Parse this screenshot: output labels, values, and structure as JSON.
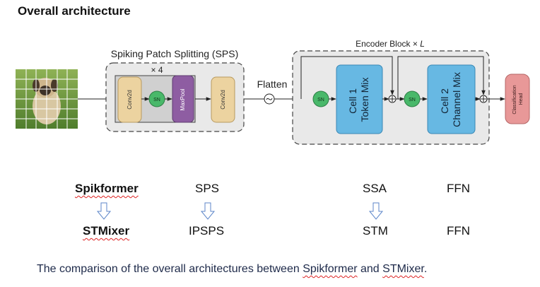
{
  "title": "Overall architecture",
  "diagram": {
    "sps_label": "Spiking Patch Splitting (SPS)",
    "repeat_label": "× 4",
    "conv1": "Conv2d",
    "sn": "SN",
    "maxpool": "MaxPool",
    "conv2": "Conv2d",
    "flatten": "Flatten",
    "encoder_label": "Encoder Block × ",
    "encoder_repeat_var": "L",
    "cell1_line1": "Cell 1",
    "cell1_line2": "Token Mix",
    "cell2_line1": "Cell 2",
    "cell2_line2": "Channel Mix",
    "head_line1": "Classification",
    "head_line2": "Head"
  },
  "comparison": {
    "row1": [
      "Spikformer",
      "SPS",
      "SSA",
      "FFN"
    ],
    "row2": [
      "STMixer",
      "IPSPS",
      "STM",
      "FFN"
    ]
  },
  "caption": {
    "before1": "The comparison of the overall architectures between ",
    "word1": "Spikformer",
    "between": " and ",
    "word2": "STMixer",
    "end": "."
  },
  "colors": {
    "conv": "#ecd3a0",
    "sn": "#49b86a",
    "maxpool": "#8e5da2",
    "cell": "#67b8e3",
    "head": "#e89898",
    "block_bg": "#e9e9e9",
    "arrow_outline": "#5d86c9"
  }
}
